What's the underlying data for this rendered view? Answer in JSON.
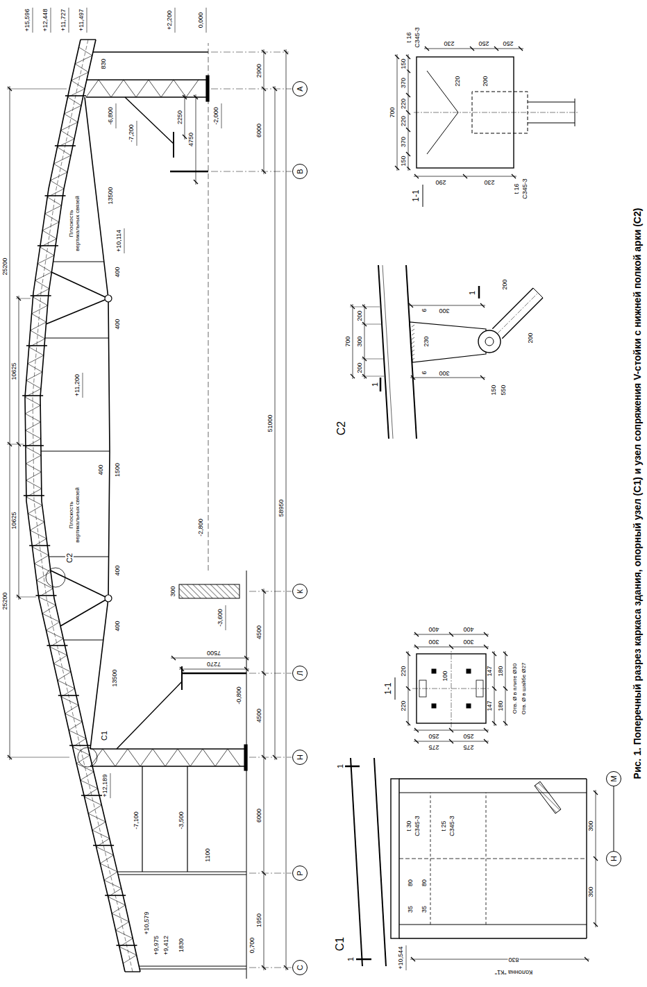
{
  "diagram": {
    "caption": "Рис. 1. Поперечный разрез каркаса здания, опорный узел (C1) и узел сопряжения V-стойки с нижней полкой арки (C2)",
    "nodes": [
      {
        "text": [
          "С"
        ]
      },
      {
        "text": [
          "Р"
        ]
      },
      {
        "text": [
          "Н"
        ]
      },
      {
        "text": [
          "Л"
        ]
      },
      {
        "text": [
          "К"
        ]
      },
      {
        "text": [
          "В"
        ]
      },
      {
        "text": [
          "А"
        ]
      },
      {
        "text": [
          "Н"
        ]
      },
      {
        "text": [
          "М"
        ]
      }
    ],
    "edges": [
      {
        "from": 7,
        "to": 8,
        "arrow": "none"
      }
    ],
    "labels": [
      "25200",
      "25200",
      "10625",
      "10625",
      "+15,596",
      "+12,448",
      "+11,727",
      "+11,497",
      "830",
      "-6,800",
      "-7,200",
      "2250",
      "4750",
      "+2,200",
      "0,000",
      "-2,000",
      "Плоскость вертикальных связей",
      "Плоскость вертикальных связей",
      "+11,200",
      "400",
      "400",
      "400",
      "1500",
      "400",
      "400",
      "13500",
      "13500",
      "+10,114",
      "C2",
      "+12,189",
      "C1",
      "-7,100",
      "-3,500",
      "1100",
      "1830",
      "+10,579",
      "+9,975",
      "+9,412",
      "0,700",
      "7270",
      "7500",
      "-0,800",
      "-3,600",
      "300",
      "-2,800",
      "1950",
      "6000",
      "4500",
      "4500",
      "6000",
      "2900",
      "51000",
      "58950",
      "C1",
      "1",
      "1",
      "t 30",
      "С345-3",
      "t 25",
      "С345-3",
      "80",
      "80",
      "35",
      "35",
      "+10,544",
      "830",
      "Колонна \"К1\"",
      "300",
      "300",
      "1-1",
      "220",
      "220",
      "300",
      "300",
      "400",
      "400",
      "275",
      "275",
      "250",
      "250",
      "100",
      "147",
      "147",
      "180",
      "180",
      "Отв. Ø в плите Ø30",
      "Отв. Ø в шайбе Ø27",
      "C2",
      "1",
      "1",
      "700",
      "200",
      "300",
      "200",
      "300",
      "300",
      "230",
      "6",
      "6",
      "200",
      "200",
      "150",
      "550",
      "1-1",
      "700",
      "150",
      "370",
      "220",
      "220",
      "370",
      "150",
      "t 16",
      "С345-3",
      "t 16",
      "С345-3",
      "290",
      "230",
      "230",
      "250",
      "250",
      "200",
      "220"
    ]
  }
}
